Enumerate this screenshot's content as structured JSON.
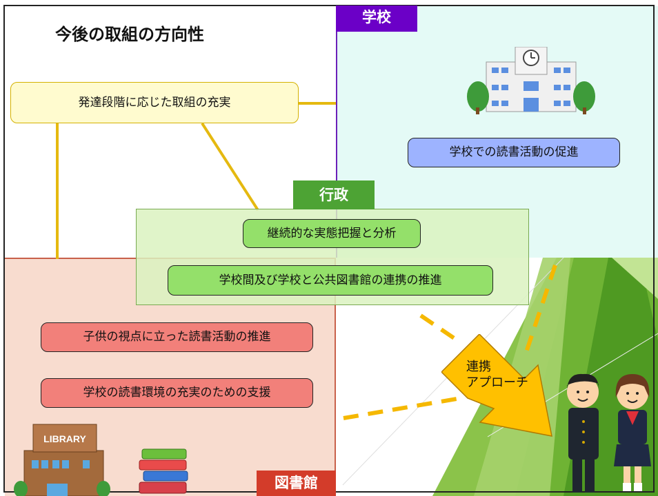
{
  "page": {
    "title": "今後の取組の方向性",
    "colors": {
      "school": "#6b00c7",
      "administration": "#4da334",
      "library": "#d33c2a"
    }
  },
  "school": {
    "tag": "学校",
    "item": "学校での読書活動の促進",
    "illustration": "school-building-icon"
  },
  "development": {
    "item": "発達段階に応じた取組の充実"
  },
  "administration": {
    "tag": "行政",
    "items": [
      "継続的な実態把握と分析",
      "学校間及び学校と公共図書館の連携の推進"
    ]
  },
  "library": {
    "tag": "図書館",
    "items": [
      "子供の視点に立った読書活動の推進",
      "学校の読書環境の充実のための支援"
    ],
    "sign": "LIBRARY",
    "illustrations": [
      "library-building-icon",
      "books-stack-icon"
    ]
  },
  "approach": {
    "label": "連携\nアプローチ",
    "illustration": "students-icon"
  }
}
